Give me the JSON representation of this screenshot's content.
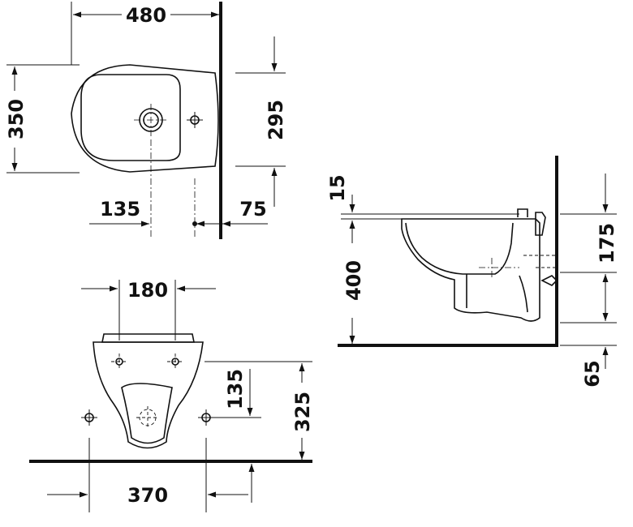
{
  "dimensions": {
    "top_width": "480",
    "top_depth": "350",
    "top_bowl_depth": "295",
    "top_tap_offset": "135",
    "top_wall_offset": "75",
    "front_width": "180",
    "front_fixing_height": "135",
    "front_total_height": "325",
    "front_fixing_width": "370",
    "side_rim_offset": "15",
    "side_height": "400",
    "side_top": "175",
    "side_bottom": "65"
  }
}
